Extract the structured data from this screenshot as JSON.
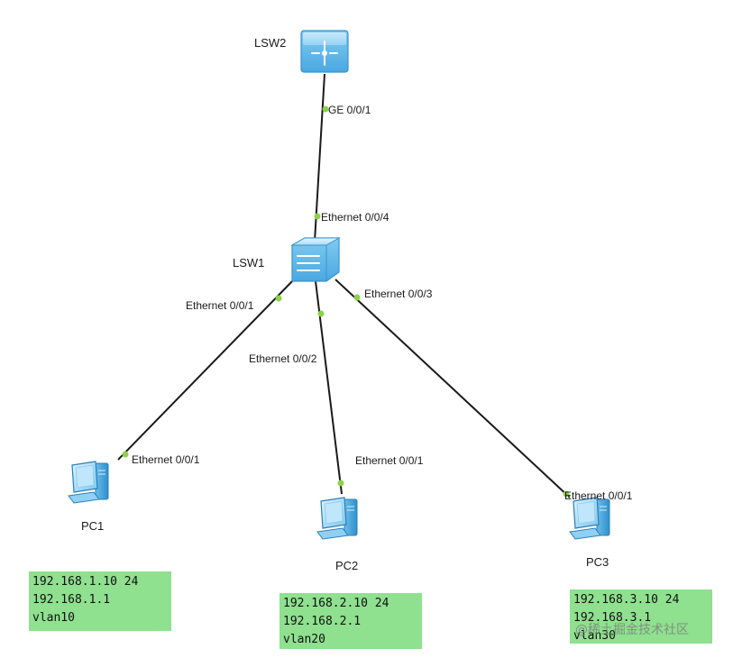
{
  "devices": {
    "lsw2": "LSW2",
    "lsw1": "LSW1",
    "pc1": "PC1",
    "pc2": "PC2",
    "pc3": "PC3"
  },
  "links": {
    "lsw2_lsw1": {
      "a_port": "GE 0/0/1",
      "b_port": "Ethernet 0/0/4"
    },
    "lsw1_pc1": {
      "a_port": "Ethernet 0/0/1",
      "b_port": "Ethernet 0/0/1"
    },
    "lsw1_pc2": {
      "a_port": "Ethernet 0/0/2",
      "b_port": "Ethernet 0/0/1"
    },
    "lsw1_pc3": {
      "a_port": "Ethernet 0/0/3",
      "b_port": "Ethernet 0/0/1"
    }
  },
  "notes": {
    "pc1": {
      "ip": "192.168.1.10 24",
      "gateway": "192.168.1.1",
      "vlan": "vlan10"
    },
    "pc2": {
      "ip": "192.168.2.10 24",
      "gateway": "192.168.2.1",
      "vlan": "vlan20"
    },
    "pc3": {
      "ip": "192.168.3.10 24",
      "gateway": "192.168.3.1",
      "vlan": "vlan30"
    }
  },
  "watermark": "@稀土掘金技术社区",
  "colors": {
    "note_bg": "#8fe08f",
    "port_dot": "#8bd14a",
    "link": "#1a1a1a",
    "device_blue": "#5bb8ec"
  }
}
